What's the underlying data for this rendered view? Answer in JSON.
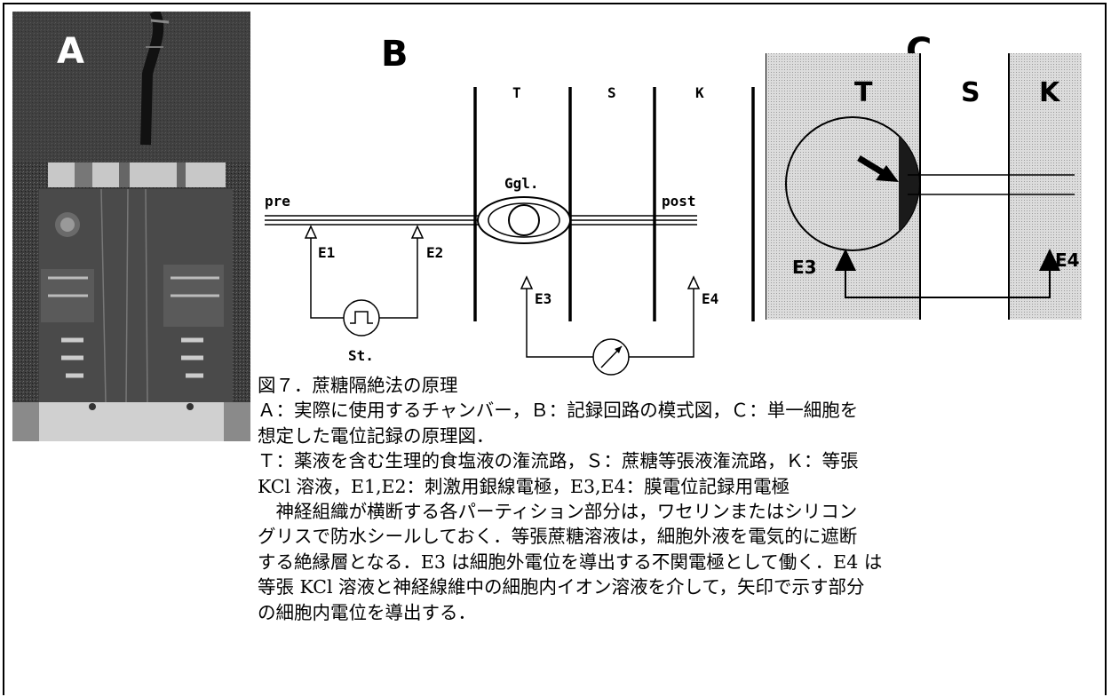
{
  "panel_labels": {
    "a": "A",
    "b": "B",
    "c": "C"
  },
  "diagram_b": {
    "compartments": [
      "T",
      "S",
      "K"
    ],
    "ganglion": "Ggl.",
    "nerve_pre": "pre",
    "nerve_post": "post",
    "electrodes": [
      "E1",
      "E2",
      "E3",
      "E4"
    ],
    "stimulator": "St."
  },
  "diagram_c": {
    "compartments": [
      "T",
      "S",
      "K"
    ],
    "electrodes": [
      "E3",
      "E4"
    ]
  },
  "caption": {
    "title": "図７．蔗糖隔絶法の原理",
    "line1": "Ａ：実際に使用するチャンバー，Ｂ：記録回路の模式図，Ｃ：単一細胞を",
    "line2": "想定した電位記録の原理図．",
    "line3": "Ｔ：薬液を含む生理的食塩液の潅流路，Ｓ：蔗糖等張液潅流路，Ｋ：等張",
    "line4": "KCl 溶液，E1,E2：刺激用銀線電極，E3,E4：膜電位記録用電極",
    "line5": "　神経組織が横断する各パーティション部分は，ワセリンまたはシリコン",
    "line6": "グリスで防水シールしておく．等張蔗糖溶液は，細胞外液を電気的に遮断",
    "line7": "する絶縁層となる．E3 は細胞外電位を導出する不関電極として働く．E4 は",
    "line8": "等張 KCl 溶液と神経線維中の細胞内イオン溶液を介して，矢印で示す部分",
    "line9": "の細胞内電位を導出する．"
  }
}
